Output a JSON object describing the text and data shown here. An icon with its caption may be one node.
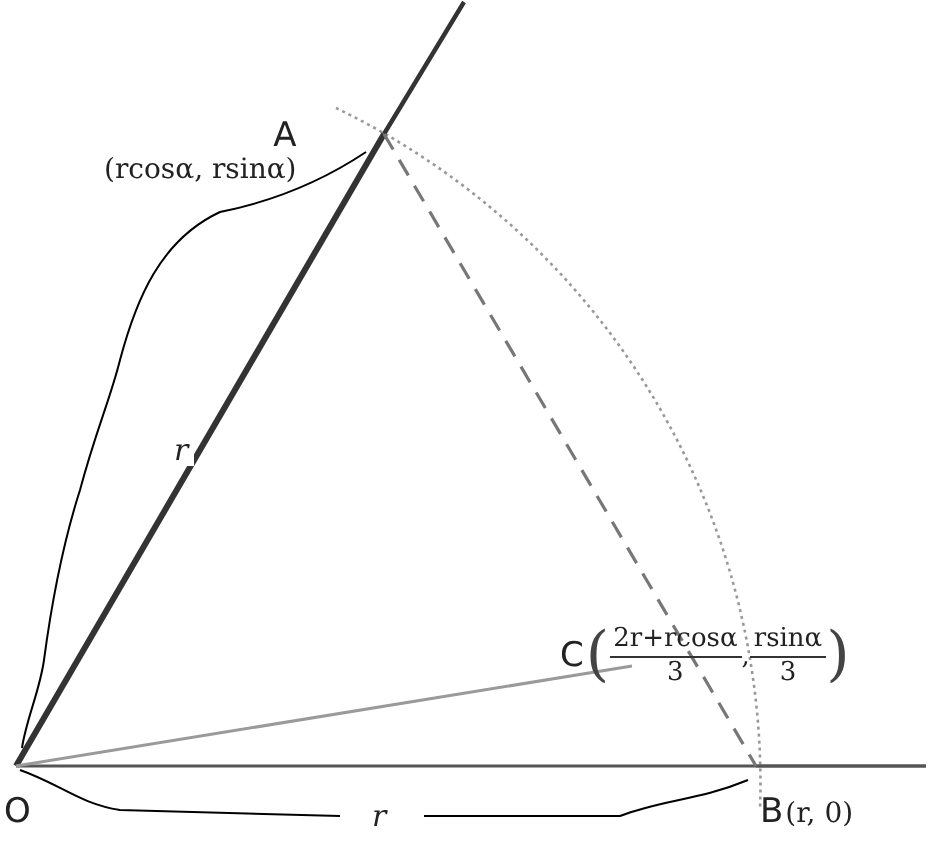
{
  "diagram": {
    "nodes": [
      {
        "text": [
          "O"
        ]
      },
      {
        "text": [
          "A"
        ],
        "beside": [
          "(rcosα, rsinα)"
        ]
      },
      {
        "text": [
          "B"
        ],
        "beside": [
          "(r, 0)"
        ]
      },
      {
        "text": [
          "C"
        ],
        "beside": [
          "(",
          "2r+rcosα",
          "3",
          ",",
          "rsinα",
          "3",
          ")"
        ]
      }
    ],
    "edges": [
      {
        "from": 0,
        "to": 1,
        "arrow": "none",
        "style": "thick"
      },
      {
        "from": 0,
        "to": 2,
        "arrow": "none"
      },
      {
        "from": 1,
        "to": 2,
        "arrow": "none",
        "style": "dashed"
      },
      {
        "from": 0,
        "to": 3,
        "arrow": "none",
        "color": "#9a9a9a"
      }
    ],
    "labels": [
      "r",
      "r"
    ]
  }
}
